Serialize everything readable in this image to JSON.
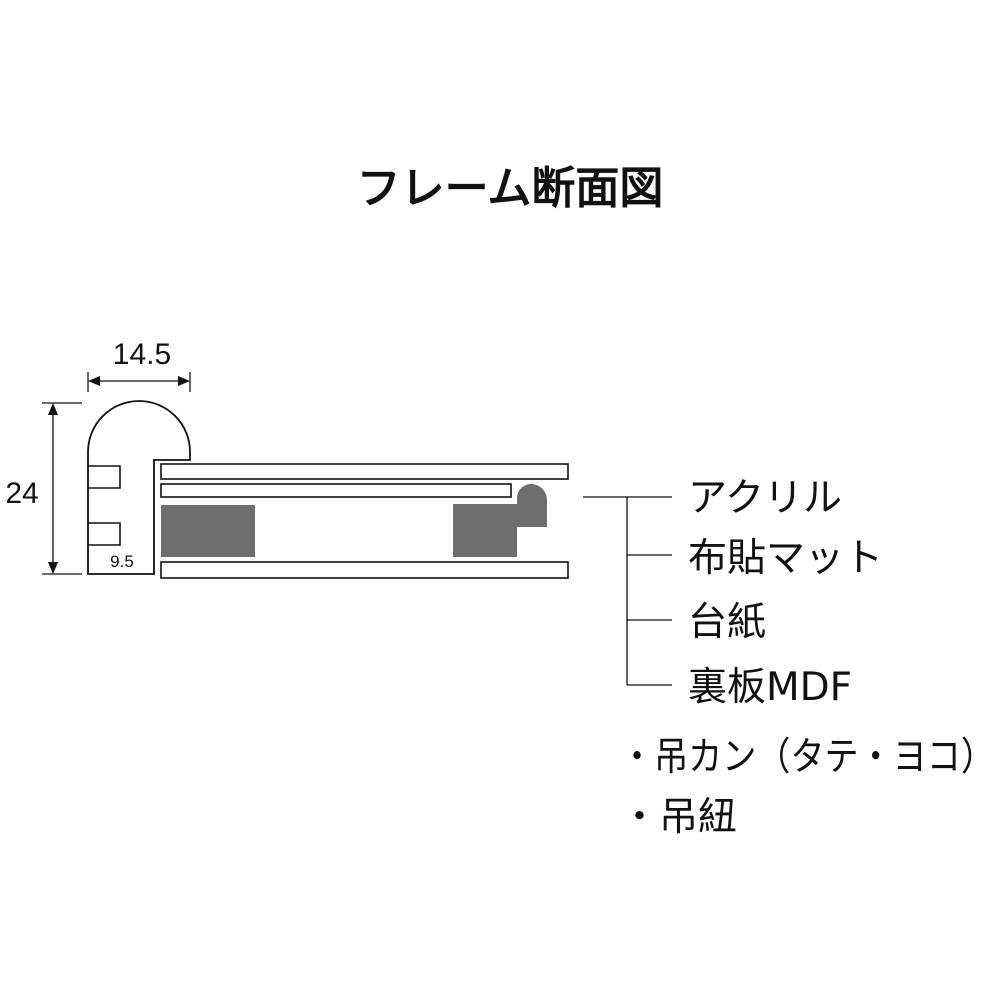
{
  "title": "フレーム断面図",
  "dimensions": {
    "width": "14.5",
    "height": "24",
    "inner": "9.5"
  },
  "layers": [
    {
      "label": "アクリル"
    },
    {
      "label": "布貼マット"
    },
    {
      "label": "台紙"
    },
    {
      "label": "裏板MDF"
    }
  ],
  "accessories": [
    {
      "label": "・吊カン（タテ・ヨコ）"
    },
    {
      "label": "・吊紐"
    }
  ],
  "colors": {
    "line": "#111111",
    "mat": "#6e6e6e",
    "background": "#ffffff"
  }
}
